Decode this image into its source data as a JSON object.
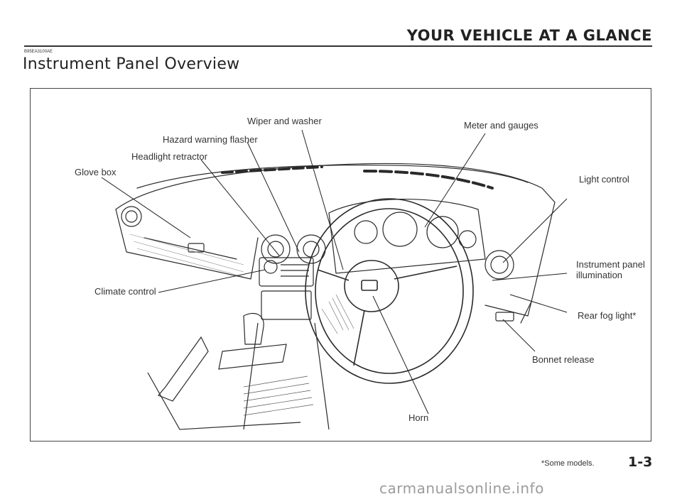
{
  "header": {
    "section_title": "YOUR VEHICLE AT A GLANCE",
    "doc_code": "B95EA3100AE",
    "page_title": "Instrument Panel Overview"
  },
  "diagram": {
    "callouts": {
      "wiper": "Wiper and washer",
      "meter": "Meter and gauges",
      "hazard": "Hazard warning flasher",
      "headlight": "Headlight retractor",
      "glovebox": "Glove box",
      "light": "Light control",
      "illumination_line1": "Instrument panel",
      "illumination_line2": "illumination",
      "climate": "Climate control",
      "rearfog": "Rear fog light*",
      "bonnet": "Bonnet release",
      "horn": "Horn"
    }
  },
  "footer": {
    "footnote": "*Some models.",
    "page_number": "1-3",
    "watermark": "carmanualsonline.info"
  }
}
